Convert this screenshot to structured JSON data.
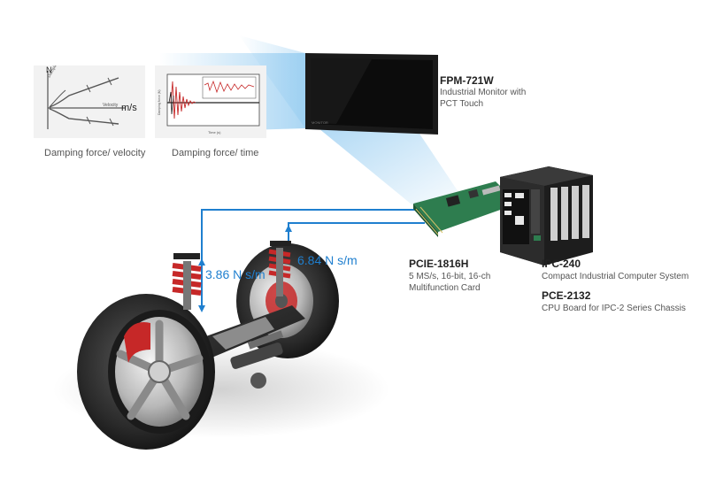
{
  "chart_velocity": {
    "caption": "Damping force/ velocity",
    "y_unit": "N",
    "x_unit": "m/s",
    "curve_label": "Velocity",
    "y_axis_label": "Damping force"
  },
  "chart_time": {
    "caption": "Damping force/ time",
    "x_axis_label": "Time (s)",
    "y_axis_label": "Damping force (N)"
  },
  "products": {
    "monitor": {
      "title": "FPM-721W",
      "desc1": "Industrial Monitor with",
      "desc2": "PCT Touch"
    },
    "card": {
      "title": "PCIE-1816H",
      "desc1": "5 MS/s, 16-bit, 16-ch",
      "desc2": "Multifunction Card"
    },
    "ipc": {
      "title": "IPC-240",
      "desc1": "Compact Industrial Computer System"
    },
    "cpu": {
      "title": "PCE-2132",
      "desc1": "CPU Board for IPC-2 Series Chassis"
    }
  },
  "measurements": {
    "left": "3.86 N s/m",
    "right": "6.84 N s/m"
  },
  "colors": {
    "accent_blue": "#1f7fcf",
    "shock_red": "#c62828",
    "chart_bg": "#f2f2f2"
  }
}
